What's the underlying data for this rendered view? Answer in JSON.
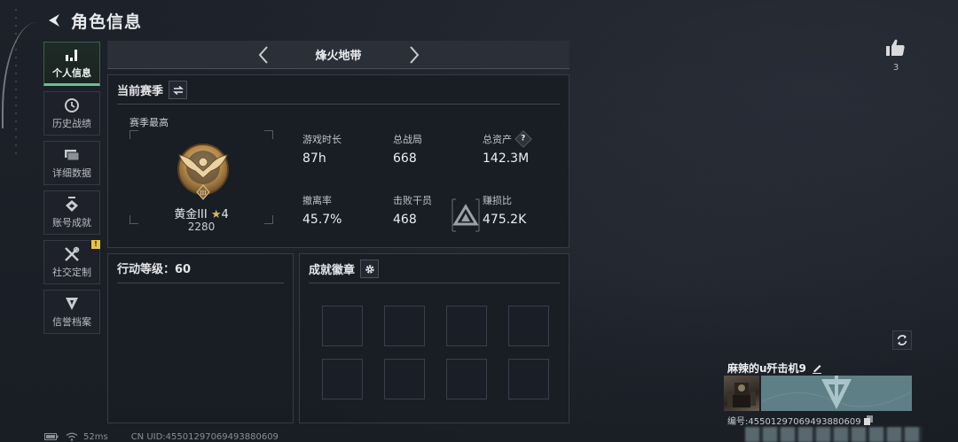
{
  "header": {
    "title": "角色信息",
    "back_icon": "back-arrow-icon"
  },
  "sidebar": {
    "items": [
      {
        "label": "个人信息",
        "icon": "bar-chart-icon",
        "active": true
      },
      {
        "label": "历史战绩",
        "icon": "clock-history-icon",
        "active": false
      },
      {
        "label": "详细数据",
        "icon": "cards-icon",
        "active": false
      },
      {
        "label": "账号成就",
        "icon": "achievement-emblem-icon",
        "active": false
      },
      {
        "label": "社交定制",
        "icon": "tools-icon",
        "active": false,
        "badge": "!"
      },
      {
        "label": "信誉档案",
        "icon": "shield-credit-icon",
        "active": false
      }
    ]
  },
  "mode_switcher": {
    "current": "烽火地带",
    "prev_icon": "chevron-left-icon",
    "next_icon": "chevron-right-icon"
  },
  "season": {
    "title": "当前赛季",
    "switch_icon": "swap-icon",
    "subtitle": "赛季最高",
    "rank_name": "黄金III",
    "rank_stars": "4",
    "rank_score": "2280",
    "stats": [
      {
        "label": "游戏时长",
        "value": "87h"
      },
      {
        "label": "总战局",
        "value": "668"
      },
      {
        "label": "总资产",
        "value": "142.3M",
        "help": "?"
      },
      {
        "label": "撤离率",
        "value": "45.7%"
      },
      {
        "label": "击败干员",
        "value": "468"
      },
      {
        "label": "赚损比",
        "value": "475.2K"
      }
    ]
  },
  "action_level": {
    "label": "行动等级：60"
  },
  "achievement_badges": {
    "title": "成就徽章",
    "settings_icon": "gear-icon",
    "slots": 8
  },
  "likes": {
    "count": "3",
    "icon": "thumbs-up-icon"
  },
  "player_card": {
    "name": "麻辣的u歼击机9",
    "id_label": "编号:455012970694938806​09",
    "id_display": "编号:4550129706949388060​9",
    "id": "编号:45501297069493880609"
  },
  "statusbar": {
    "latency": "52ms",
    "uid": "CN UID:45501297069493880609"
  },
  "colors": {
    "accent_green": "#6bbf8e",
    "badge_yellow": "#e7c34a",
    "banner": "#5f7f86",
    "gold": "#b58a4a"
  }
}
